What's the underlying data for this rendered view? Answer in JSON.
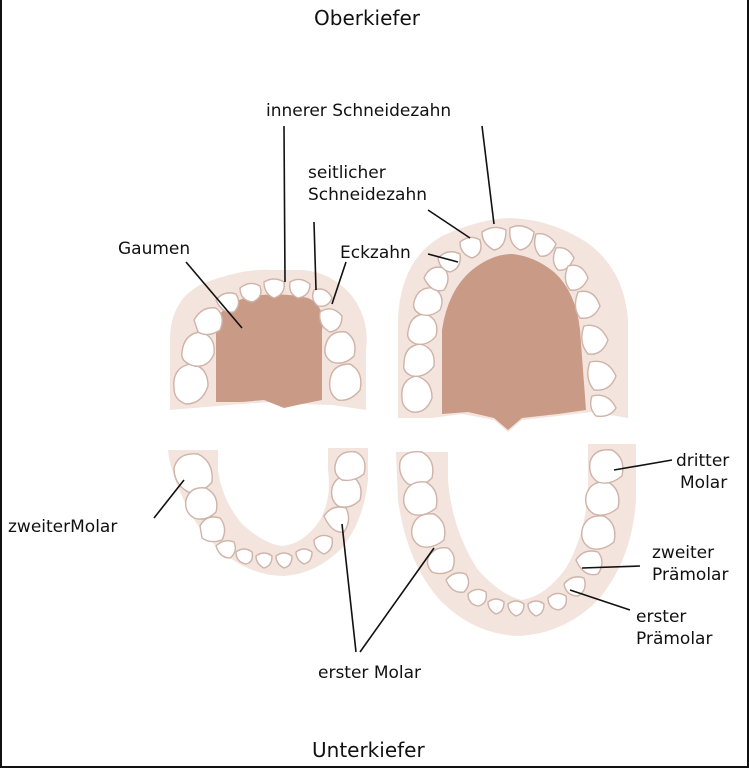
{
  "titles": {
    "upper": "Oberkiefer",
    "lower": "Unterkiefer"
  },
  "labels": {
    "central_incisor": "innerer Schneidezahn",
    "lateral_incisor_line1": "seitlicher",
    "lateral_incisor_line2": "Schneidezahn",
    "canine": "Eckzahn",
    "palate": "Gaumen",
    "second_molar": "zweiterMolar",
    "first_molar": "erster Molar",
    "third_molar_line1": "dritter",
    "third_molar_line2": "Molar",
    "second_premolar_line1": "zweiter",
    "second_premolar_line2": "Prämolar",
    "first_premolar_line1": "erster",
    "first_premolar_line2": "Prämolar"
  },
  "colors": {
    "palate": "#c99a86",
    "gum": "#f3e4de",
    "tooth_fill": "#ffffff",
    "tooth_stroke": "#cfb3a8",
    "text": "#111111"
  }
}
